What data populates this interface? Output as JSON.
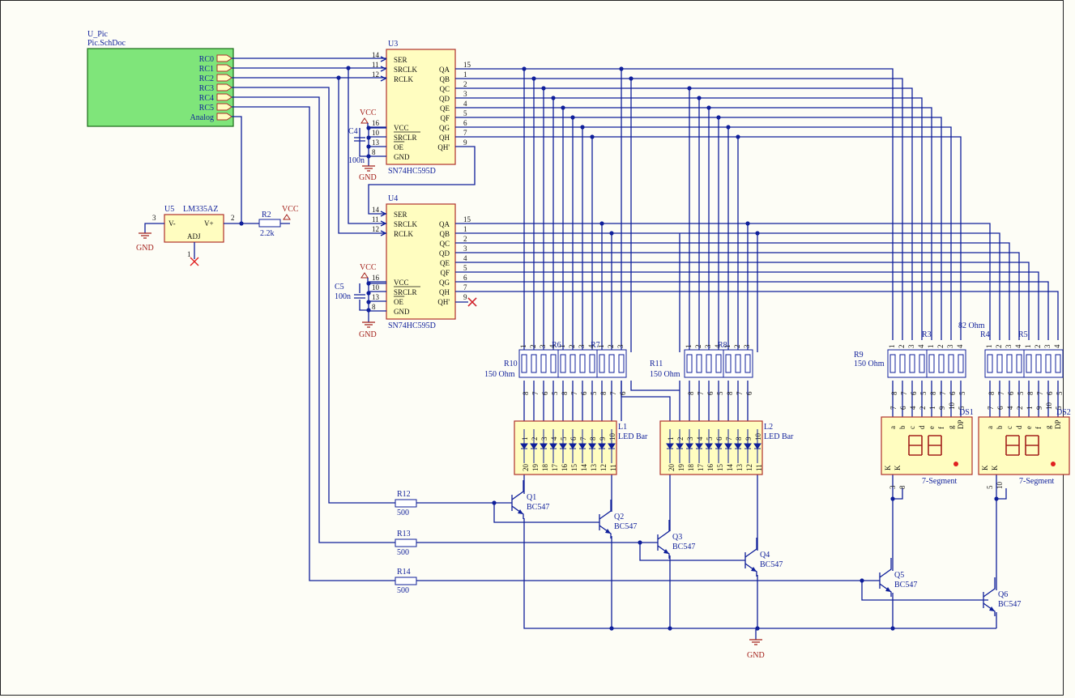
{
  "sheet": {
    "symbol_name": "U_Pic",
    "file_name": "Pic.SchDoc",
    "ports": [
      "RC0",
      "RC1",
      "RC2",
      "RC3",
      "RC4",
      "RC5",
      "Analog"
    ]
  },
  "shift_registers": [
    {
      "ref": "U3",
      "part": "SN74HC595D",
      "inputs": [
        {
          "pin": "14",
          "name": "SER"
        },
        {
          "pin": "11",
          "name": "SRCLK"
        },
        {
          "pin": "12",
          "name": "RCLK"
        }
      ],
      "ctrl": [
        {
          "pin": "16",
          "name": "VCC"
        },
        {
          "pin": "10",
          "name": "SRCLR"
        },
        {
          "pin": "13",
          "name": "OE"
        },
        {
          "pin": "8",
          "name": "GND"
        }
      ],
      "outputs": [
        {
          "pin": "15",
          "name": "QA"
        },
        {
          "pin": "1",
          "name": "QB"
        },
        {
          "pin": "2",
          "name": "QC"
        },
        {
          "pin": "3",
          "name": "QD"
        },
        {
          "pin": "4",
          "name": "QE"
        },
        {
          "pin": "5",
          "name": "QF"
        },
        {
          "pin": "6",
          "name": "QG"
        },
        {
          "pin": "7",
          "name": "QH"
        },
        {
          "pin": "9",
          "name": "QH'"
        }
      ]
    },
    {
      "ref": "U4",
      "part": "SN74HC595D",
      "inputs": [
        {
          "pin": "14",
          "name": "SER"
        },
        {
          "pin": "11",
          "name": "SRCLK"
        },
        {
          "pin": "12",
          "name": "RCLK"
        }
      ],
      "ctrl": [
        {
          "pin": "16",
          "name": "VCC"
        },
        {
          "pin": "10",
          "name": "SRCLR"
        },
        {
          "pin": "13",
          "name": "OE"
        },
        {
          "pin": "8",
          "name": "GND"
        }
      ],
      "outputs": [
        {
          "pin": "15",
          "name": "QA"
        },
        {
          "pin": "1",
          "name": "QB"
        },
        {
          "pin": "2",
          "name": "QC"
        },
        {
          "pin": "3",
          "name": "QD"
        },
        {
          "pin": "4",
          "name": "QE"
        },
        {
          "pin": "5",
          "name": "QF"
        },
        {
          "pin": "6",
          "name": "QG"
        },
        {
          "pin": "7",
          "name": "QH"
        },
        {
          "pin": "9",
          "name": "QH'"
        }
      ]
    }
  ],
  "capacitors": [
    {
      "ref": "C4",
      "value": "100n"
    },
    {
      "ref": "C5",
      "value": "100n"
    }
  ],
  "sensor": {
    "ref": "U5",
    "part": "LM335AZ",
    "pin_vminus": "V-",
    "pin_vplus": "V+",
    "pin_adj": "ADJ",
    "pin3": "3",
    "pin2": "2",
    "pin1": "1"
  },
  "resistor_r2": {
    "ref": "R2",
    "value": "2.2k"
  },
  "power": {
    "vcc": "VCC",
    "gnd": "GND"
  },
  "resistor_arrays": {
    "r10": "R10",
    "r10_value": "150 Ohm",
    "r6": "R6",
    "r7": "R7",
    "r11": "R11",
    "r11_value": "150 Ohm",
    "r8": "R8",
    "r9": "R9",
    "r9_value": "150 Ohm",
    "r3": "R3",
    "r3_value": "82 Ohm",
    "r4": "R4",
    "r5": "R5"
  },
  "array_pins_top": [
    "1",
    "2",
    "3",
    "4"
  ],
  "array_pins_bottom": [
    "8",
    "7",
    "6",
    "5"
  ],
  "led_bars": [
    {
      "ref": "L1",
      "label": "LED Bar"
    },
    {
      "ref": "L2",
      "label": "LED Bar"
    }
  ],
  "led_pins_top": [
    "1",
    "2",
    "3",
    "4",
    "5",
    "6",
    "7",
    "8",
    "9",
    "10"
  ],
  "led_pins_bottom": [
    "20",
    "19",
    "18",
    "17",
    "16",
    "15",
    "14",
    "13",
    "12",
    "11"
  ],
  "base_resistors": [
    {
      "ref": "R12",
      "value": "500"
    },
    {
      "ref": "R13",
      "value": "500"
    },
    {
      "ref": "R14",
      "value": "500"
    }
  ],
  "transistors": [
    {
      "ref": "Q1",
      "part": "BC547"
    },
    {
      "ref": "Q2",
      "part": "BC547"
    },
    {
      "ref": "Q3",
      "part": "BC547"
    },
    {
      "ref": "Q4",
      "part": "BC547"
    },
    {
      "ref": "Q5",
      "part": "BC547"
    },
    {
      "ref": "Q6",
      "part": "BC547"
    }
  ],
  "displays": [
    {
      "ref": "DS1",
      "label": "7-Segment",
      "pins_top": [
        "7",
        "6",
        "4",
        "2",
        "1",
        "9",
        "10",
        "5"
      ],
      "segments": [
        "a",
        "b",
        "c",
        "d",
        "e",
        "f",
        "g",
        "DP"
      ],
      "k_pins": [
        "3",
        "8"
      ],
      "k_label": "K"
    },
    {
      "ref": "DS2",
      "label": "7-Segment",
      "pins_top": [
        "7",
        "6",
        "4",
        "2",
        "1",
        "9",
        "10",
        "5"
      ],
      "segments": [
        "a",
        "b",
        "c",
        "d",
        "e",
        "f",
        "g",
        "DP"
      ],
      "k_pins": [
        "5",
        "10"
      ],
      "k_label": "K"
    }
  ],
  "colors": {
    "wire": "#0f1f9a",
    "component_fill": "#fffdc0",
    "component_outline": "#b0312a",
    "sheet_fill": "#7fe57a",
    "power": "#a4211b"
  }
}
